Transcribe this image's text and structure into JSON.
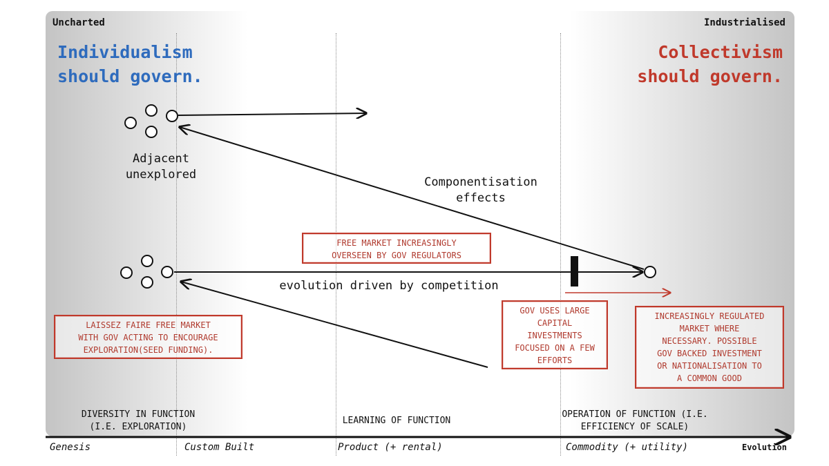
{
  "corners": {
    "uncharted": "Uncharted",
    "industrialised": "Industrialised"
  },
  "headlines": {
    "left": "Individualism\nshould govern.",
    "right": "Collectivism\nshould govern.",
    "left_color": "#2e6bbd",
    "right_color": "#c0392b"
  },
  "labels": {
    "adjacent": "Adjacent\nunexplored",
    "componentisation": "Componentisation\neffects",
    "evolution_driven": "evolution driven by competition"
  },
  "boxes": {
    "free_market": "FREE MARKET INCREASINGLY\nOVERSEEN BY GOV REGULATORS",
    "laissez_faire": "LAISSEZ FAIRE FREE MARKET\nWITH GOV ACTING TO ENCOURAGE\nEXPLORATION(SEED FUNDING).",
    "gov_uses": "GOV USES LARGE\nCAPITAL\nINVESTMENTS\nFOCUSED ON A FEW\nEFFORTS",
    "regulated": "INCREASINGLY REGULATED\nMARKET WHERE\nNECESSARY. POSSIBLE\nGOV BACKED INVESTMENT\nOR NATIONALISATION TO\nA COMMON GOOD"
  },
  "stages": {
    "diversity": "DIVERSITY IN FUNCTION\n(I.E. EXPLORATION)",
    "learning": "LEARNING OF FUNCTION",
    "operation": "OPERATION OF FUNCTION  (I.E.\nEFFICIENCY OF SCALE)"
  },
  "axis": {
    "stages": [
      "Genesis",
      "Custom Built",
      "Product (+ rental)",
      "Commodity (+ utility)"
    ],
    "title": "Evolution"
  },
  "icons": {
    "node": "circle-node-icon",
    "arrow": "arrow-right-icon",
    "barrier": "inertia-bar-icon"
  }
}
